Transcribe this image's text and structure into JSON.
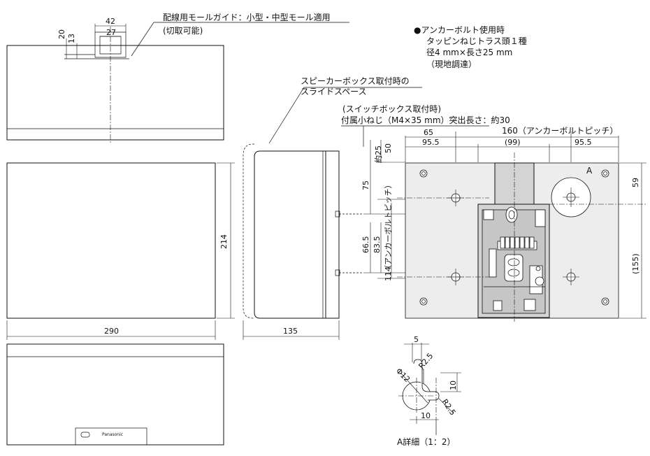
{
  "notes": {
    "mall_guide": "配線用モールガイド：小型・中型モール適用",
    "mall_guide_sub": "(切取可能)",
    "anchor_l1": "●アンカーボルト使用時",
    "anchor_l2": "タッピンねじトラス頭１種",
    "anchor_l3": "径4 mm×長さ25 mm",
    "anchor_l4": "（現地調達）",
    "slide_l1": "スピーカーボックス取付時の",
    "slide_l2": "スライドスペース",
    "switch_l1": "(スイッチボックス取付時)",
    "switch_l2": "付属小ねじ（M4×35 mm）突出長さ：約30",
    "pitch": "160（アンカーボルトピッチ）",
    "pitch_v": "（アンカーボルトピッチ）",
    "detail_label": "A詳細（1：2）",
    "label_a": "A",
    "brand": "Panasonic"
  },
  "dims": {
    "d42": "42",
    "d27": "27",
    "d20": "20",
    "d13": "13",
    "d214": "214",
    "d290": "290",
    "d135": "135",
    "d65": "65",
    "d95_5a": "95.5",
    "d99": "(99)",
    "d95_5b": "95.5",
    "d50": "50",
    "d25": "約25",
    "d75": "75",
    "d66_5": "66.5",
    "d83_5": "83.5",
    "d114": "114",
    "d59": "59",
    "d155": "(155)",
    "dd5": "5",
    "ddR25a": "R2.5",
    "ddphi12": "Φ12",
    "dd10a": "10",
    "ddR25b": "R2.5",
    "dd10b": "10"
  }
}
